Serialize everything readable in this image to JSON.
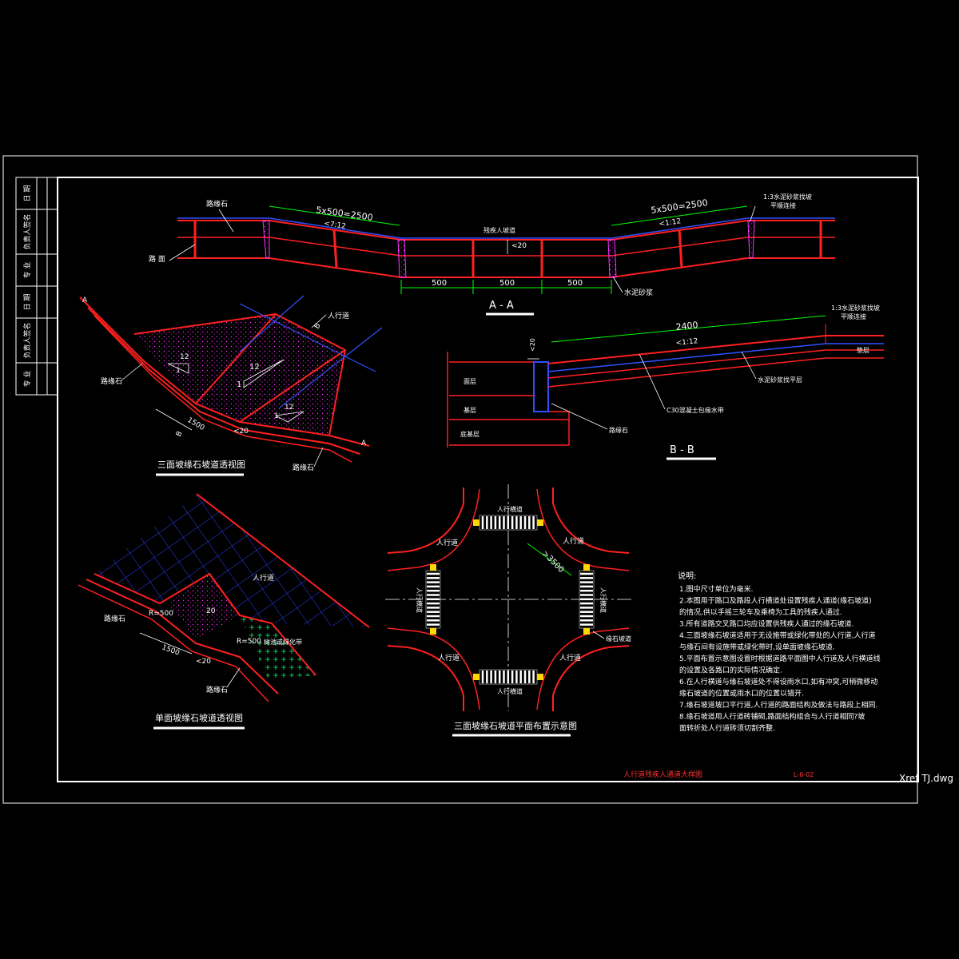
{
  "colors": {
    "background": "#000000",
    "frame": "#ffffff",
    "structure": "#ff2020",
    "dimension": "#00ff00",
    "hatch": "#ff33ff",
    "centerline": "#ffffff",
    "tile_grid": "#3040ff",
    "grass": "#00ff66",
    "label": "#ffffff",
    "title_block": "#ff3030",
    "marker": "#ffd700",
    "blue_layer": "#3050ff"
  },
  "side_table": {
    "labels": [
      "日 期",
      "负责人签名",
      "专 业",
      "日 期",
      "负责人签名",
      "专 业"
    ]
  },
  "section_aa": {
    "title": "A - A",
    "label_curb": "路缘石",
    "label_road": "路 面",
    "label_passage": "残疾人坡道",
    "label_mortar": "水泥砂浆",
    "label_smooth": "1:3水泥砂浆找坡",
    "label_smooth2": "平顺连接",
    "dim_left": "5x500=2500",
    "dim_right": "5x500=2500",
    "slope_left": "<7:12",
    "slope_right": "<1:12",
    "dim_drop": "<20",
    "bottom_dims": [
      "500",
      "500",
      "500"
    ]
  },
  "perspective_three": {
    "title": "三面坡缘石坡道透视图",
    "label_sidewalk": "人行道",
    "label_curb_top": "路缘石",
    "label_curb_bottom": "路缘石",
    "dim_1500": "1500",
    "dim_20": "<20",
    "slope_12a": "12",
    "slope_12b": "12",
    "slope_12c": "12",
    "slope_1a": "1",
    "slope_1b": "1",
    "slope_1c": "1",
    "cut_a": "A",
    "cut_b": "B"
  },
  "section_bb": {
    "title": "B - B",
    "dim_2400": "2400",
    "slope": "<1:12",
    "dim_20": "<20",
    "label_mortar_top": "1:3水泥砂浆找坡",
    "label_mortar_top2": "平顺连接",
    "label_base": "垫层",
    "label_surface": "面层",
    "label_base2": "基层",
    "label_subbase": "底基层",
    "label_curb": "路缘石",
    "label_concrete": "C30混凝土包缘水带",
    "label_protect": "水泥砂浆找平层"
  },
  "perspective_single": {
    "title": "单面坡缘石坡道透视图",
    "label_sidewalk": "人行道",
    "label_curb": "路缘石",
    "label_curb2": "路缘石",
    "label_green": "树池或绿化带",
    "r1": "R=500",
    "r2": "R=500",
    "dim_1500": "1500",
    "dim_20": "<20",
    "dim_20b": "20"
  },
  "plan": {
    "title": "三面坡缘石坡道平面布置示意图",
    "crosswalk_top": "人行横道",
    "crosswalk_bottom": "人行横道",
    "crosswalk_left": "人行横道",
    "crosswalk_right": "人行横道",
    "sidewalk_tl": "人行道",
    "sidewalk_tr": "人行道",
    "sidewalk_bl": "人行道",
    "sidewalk_br": "人行道",
    "dim_3500": ">3500",
    "label_curb": "缘石坡道"
  },
  "notes": {
    "heading": "说明:",
    "lines": [
      "1.图中尺寸单位为毫米.",
      "2.本图用于路口及路段人行横道处设置残疾人通道(缘石坡道)",
      "  的情况,供以手摇三轮车及乘椅为工具的残疾人通过.",
      "3.所有道路交叉路口均应设置供残疾人通过的缘石坡道.",
      "4.三面坡缘石坡道适用于无设施带或绿化带处的人行道,人行道",
      "  与缘石间有设施带或绿化带时,设单面坡缘石坡道.",
      "5.平面布置示意图设置时根据道路平面图中人行道及人行横道线",
      "  的设置及各路口的实际情况确定.",
      "6.在人行横道与缘石坡道处不得设雨水口,如有冲突,可稍微移动",
      "  缘石坡道的位置或雨水口的位置以错开.",
      "7.缘石坡道坡口平行道,人行道的路面结构及做法与路段上相同.",
      "8.缘石坡道用人行道砖铺砌,路面结构组合与人行道相同?坡",
      "  面转折处人行道砖须切割齐整."
    ]
  },
  "title_block": {
    "drawing_name": "人行道残疾人通道大样图",
    "drawing_number": "L-6-02"
  },
  "xref_label": "Xref TJ.dwg"
}
